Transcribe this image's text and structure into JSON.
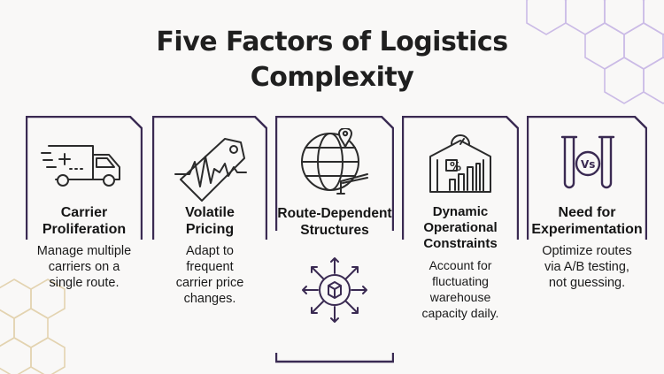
{
  "title": [
    "Five Factors of Logistics",
    "Complexity"
  ],
  "colors": {
    "accent": "#3a2a52",
    "hex_purple": "#c9b8e6",
    "hex_gold": "#e6d6b3"
  },
  "panels": [
    {
      "icon": "delivery-truck-icon",
      "heading": [
        "Carrier",
        "Proliferation"
      ],
      "description": [
        "Manage multiple",
        "carriers on a",
        "single route."
      ]
    },
    {
      "icon": "price-tag-volatility-icon",
      "heading": [
        "Volatile",
        "Pricing"
      ],
      "description": [
        "Adapt to",
        "frequent",
        "carrier price",
        "changes."
      ]
    },
    {
      "icon": "globe-route-icon",
      "heading": [
        "Route-Dependent",
        "Structures"
      ],
      "description": [],
      "extra_icon": "distribution-hub-icon"
    },
    {
      "icon": "warehouse-capacity-icon",
      "heading": [
        "Dynamic",
        "Operational",
        "Constraints"
      ],
      "description": [
        "Account for",
        "fluctuating",
        "warehouse",
        "capacity daily."
      ]
    },
    {
      "icon": "ab-test-tubes-icon",
      "heading": [
        "Need for",
        "Experimentation"
      ],
      "description": [
        "Optimize routes",
        "via A/B testing,",
        "not guessing."
      ]
    }
  ]
}
